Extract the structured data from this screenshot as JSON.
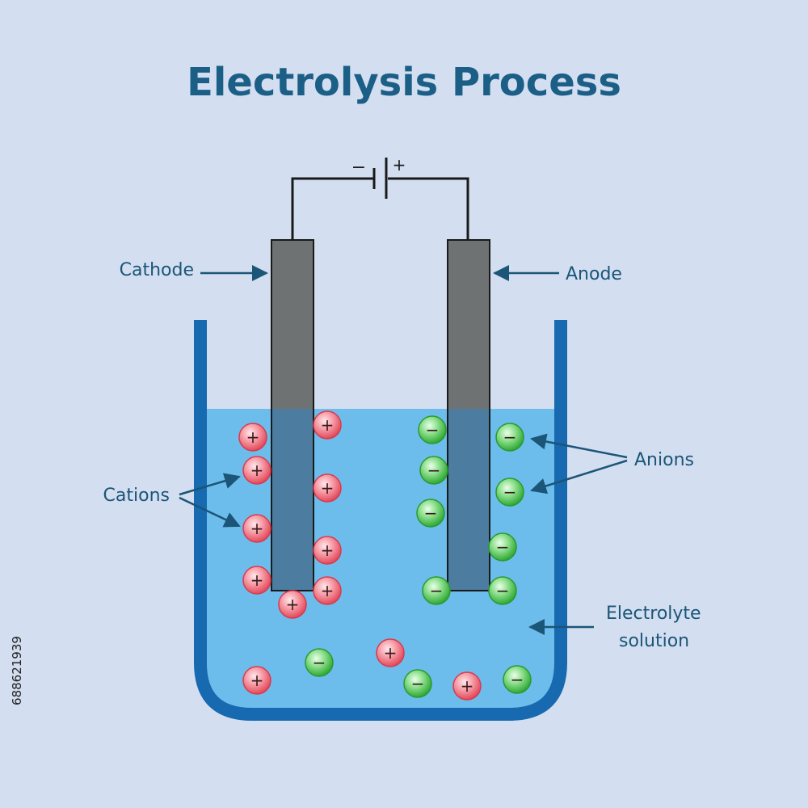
{
  "title": "Electrolysis Process",
  "labels": {
    "cathode": "Cathode",
    "anode": "Anode",
    "cations": "Cations",
    "anions": "Anions",
    "electrolyte_line1": "Electrolyte",
    "electrolyte_line2": "solution"
  },
  "battery": {
    "negative": "−",
    "positive": "+"
  },
  "ion_symbols": {
    "cation": "+",
    "anion": "−"
  },
  "stock_id": "688621939",
  "colors": {
    "background": "#d3def0",
    "title": "#1b5e86",
    "label": "#1b5577",
    "beaker": "#1769b0",
    "solution": "#6dbdec",
    "electrode": "#6f7273",
    "cation": "#ea5a6a",
    "anion": "#43b949"
  }
}
